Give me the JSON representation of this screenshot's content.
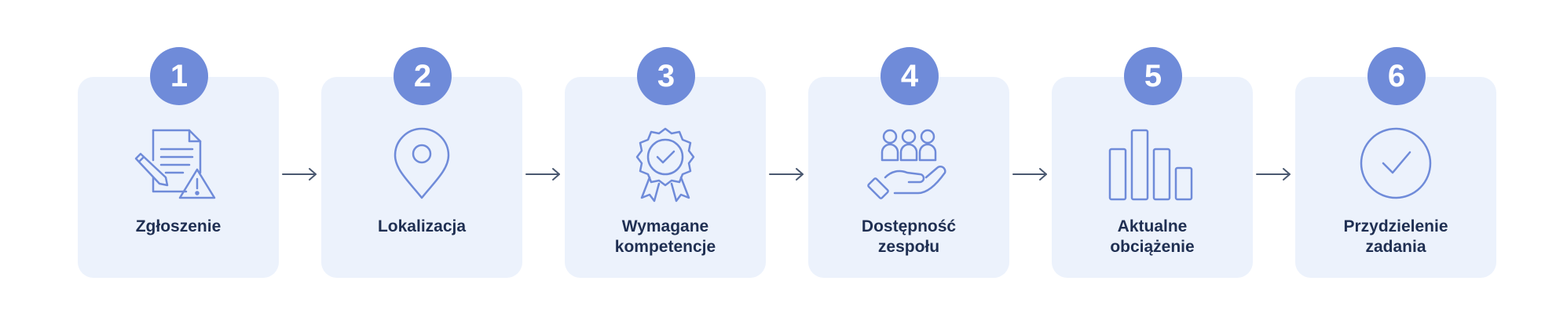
{
  "colors": {
    "card_background": "#ecf2fc",
    "badge_background": "#6f8bd9",
    "icon_stroke": "#6f8bd9",
    "label_text": "#1f2f52",
    "arrow": "#4a5870"
  },
  "steps": [
    {
      "number": "1",
      "label": "Zgłoszenie",
      "icon": "document-warning-icon"
    },
    {
      "number": "2",
      "label": "Lokalizacja",
      "icon": "map-pin-icon"
    },
    {
      "number": "3",
      "label": "Wymagane\nkompetencje",
      "icon": "award-badge-icon"
    },
    {
      "number": "4",
      "label": "Dostępność\nzespołu",
      "icon": "team-hand-icon"
    },
    {
      "number": "5",
      "label": "Aktualne\nobciążenie",
      "icon": "bar-chart-icon"
    },
    {
      "number": "6",
      "label": "Przydzielenie\nzadania",
      "icon": "check-circle-icon"
    }
  ]
}
